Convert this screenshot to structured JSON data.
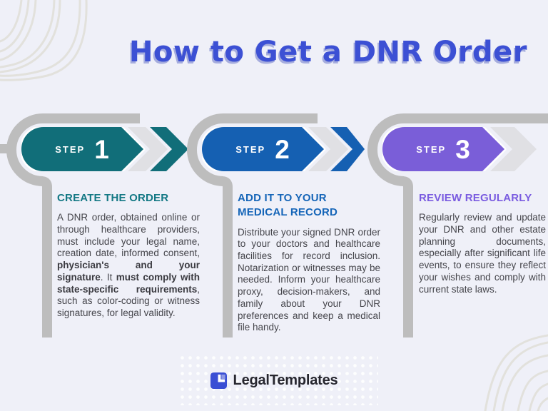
{
  "title": "How to Get a DNR Order",
  "title_color": "#3c50d4",
  "steps": [
    {
      "label": "STEP",
      "number": "1",
      "color": "#116e79",
      "heading_color": "#137884",
      "heading": "CREATE THE ORDER",
      "body": [
        {
          "t": "A DNR order, obtained online or through healthcare providers, must include your legal name, creation date, informed consent, ",
          "b": false
        },
        {
          "t": "physician's and your signature",
          "b": true
        },
        {
          "t": ". It ",
          "b": false
        },
        {
          "t": "must comply with state-specific requirements",
          "b": true
        },
        {
          "t": ", such as color-coding or witness signatures, for legal validity.",
          "b": false
        }
      ]
    },
    {
      "label": "STEP",
      "number": "2",
      "color": "#1560b2",
      "heading_color": "#1565b8",
      "heading": "ADD IT TO YOUR\nMEDICAL RECORD",
      "body": [
        {
          "t": "Distribute your signed DNR order to your doctors and healthcare facilities for record inclusion. Notarization or witnesses may be needed. Inform your healthcare proxy, decision-makers, and family about your DNR preferences and keep a medical file handy.",
          "b": false
        }
      ]
    },
    {
      "label": "STEP",
      "number": "3",
      "color": "#7a5ed8",
      "heading_color": "#7a5ce0",
      "heading": "REVIEW REGULARLY",
      "body": [
        {
          "t": "Regularly review and update your DNR and other estate planning documents, especially after significant life events, to ensure they reflect your wishes and comply with current state laws.",
          "b": false
        }
      ]
    }
  ],
  "footer": {
    "logo_text": "LegalTemplates",
    "logo_icon": "legaltemplates-mark-icon",
    "logo_blue": "#3a4fd4",
    "logo_light_blue": "#8f9ae3"
  }
}
